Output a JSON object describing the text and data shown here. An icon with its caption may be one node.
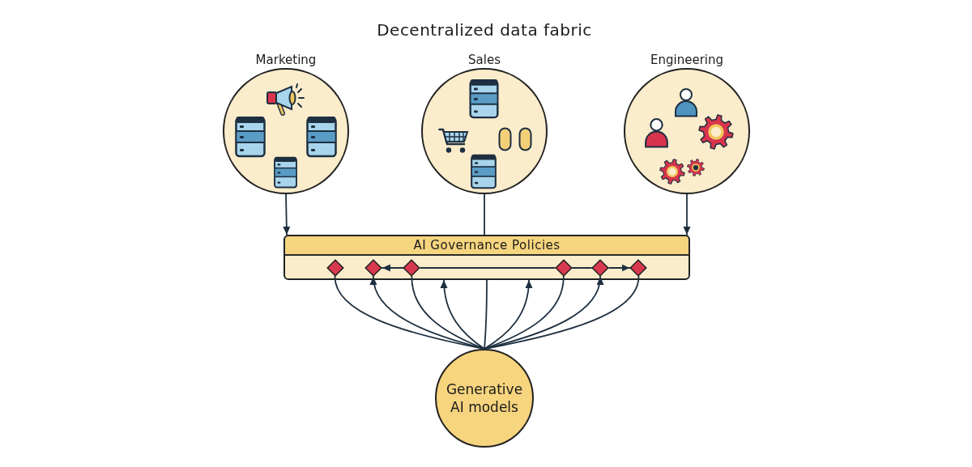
{
  "diagram": {
    "title": "Decentralized data fabric",
    "nodes": [
      {
        "text": [
          "Marketing"
        ]
      },
      {
        "text": [
          "Sales"
        ]
      },
      {
        "text": [
          "Engineering"
        ]
      },
      {
        "text": [
          "AI Governance Policies"
        ]
      },
      {
        "text": [],
        "shape": "diamond",
        "in": 3
      },
      {
        "text": [],
        "shape": "diamond",
        "in": 3
      },
      {
        "text": [],
        "shape": "diamond",
        "in": 3
      },
      {
        "text": [],
        "shape": "diamond",
        "in": 3
      },
      {
        "text": [],
        "shape": "diamond",
        "in": 3
      },
      {
        "text": [],
        "shape": "diamond",
        "in": 3
      },
      {
        "text": [
          "Generative AI models"
        ]
      }
    ],
    "edges": [
      {
        "from": 0,
        "to": 3,
        "arrow": "to"
      },
      {
        "from": 1,
        "to": 3,
        "arrow": "none"
      },
      {
        "from": 2,
        "to": 3,
        "arrow": "to"
      },
      {
        "from": 6,
        "to": 5,
        "arrow": "to"
      },
      {
        "from": 6,
        "to": 7,
        "arrow": "none"
      },
      {
        "from": 7,
        "to": 8,
        "arrow": "none"
      },
      {
        "from": 8,
        "to": 9,
        "arrow": "to"
      },
      {
        "from": 10,
        "to": 4,
        "arrow": "none"
      },
      {
        "from": 10,
        "to": 5,
        "arrow": "to"
      },
      {
        "from": 10,
        "to": 6,
        "arrow": "none"
      },
      {
        "from": 10,
        "to": 3,
        "arrow": "to"
      },
      {
        "from": 10,
        "to": 3,
        "arrow": "none"
      },
      {
        "from": 10,
        "to": 3,
        "arrow": "to"
      },
      {
        "from": 10,
        "to": 7,
        "arrow": "none"
      },
      {
        "from": 10,
        "to": 8,
        "arrow": "to"
      },
      {
        "from": 10,
        "to": 9,
        "arrow": "none"
      }
    ]
  }
}
